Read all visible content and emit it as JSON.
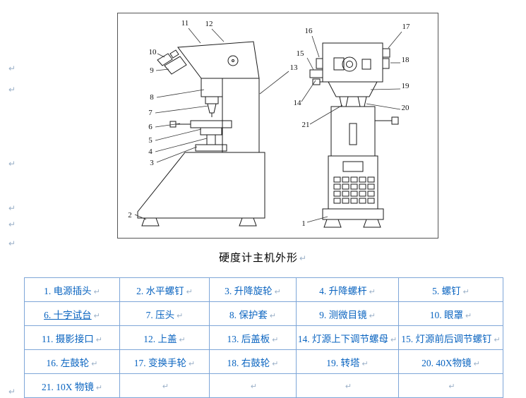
{
  "colors": {
    "table_border": "#7ea6d8",
    "table_text": "#0a64c0",
    "mark_color": "#9ab0c8"
  },
  "marks": {
    "pilcrow": "↵"
  },
  "caption": {
    "text": "硬度计主机外形"
  },
  "figure": {
    "callouts": [
      "1",
      "2",
      "3",
      "4",
      "5",
      "6",
      "7",
      "8",
      "9",
      "10",
      "11",
      "12",
      "13",
      "14",
      "15",
      "16",
      "17",
      "18",
      "19",
      "20",
      "21"
    ]
  },
  "table": {
    "rows": [
      [
        "1. 电源插头",
        "2. 水平螺钉",
        "3. 升降旋轮",
        "4. 升降螺杆",
        "5. 螺钉"
      ],
      [
        "6. 十字试台",
        "7. 压头",
        "8. 保护套",
        "9. 测微目镜",
        "10. 眼罩"
      ],
      [
        "11. 摄影接口",
        "12. 上盖",
        "13. 后盖板",
        "14. 灯源上下调节螺母",
        "15. 灯源前后调节螺钉"
      ],
      [
        "16. 左鼓轮",
        "17. 变换手轮",
        "18. 右鼓轮",
        "19. 转塔",
        "20. 40X物镜"
      ],
      [
        "21. 10X 物镜",
        "",
        "",
        "",
        ""
      ]
    ]
  }
}
